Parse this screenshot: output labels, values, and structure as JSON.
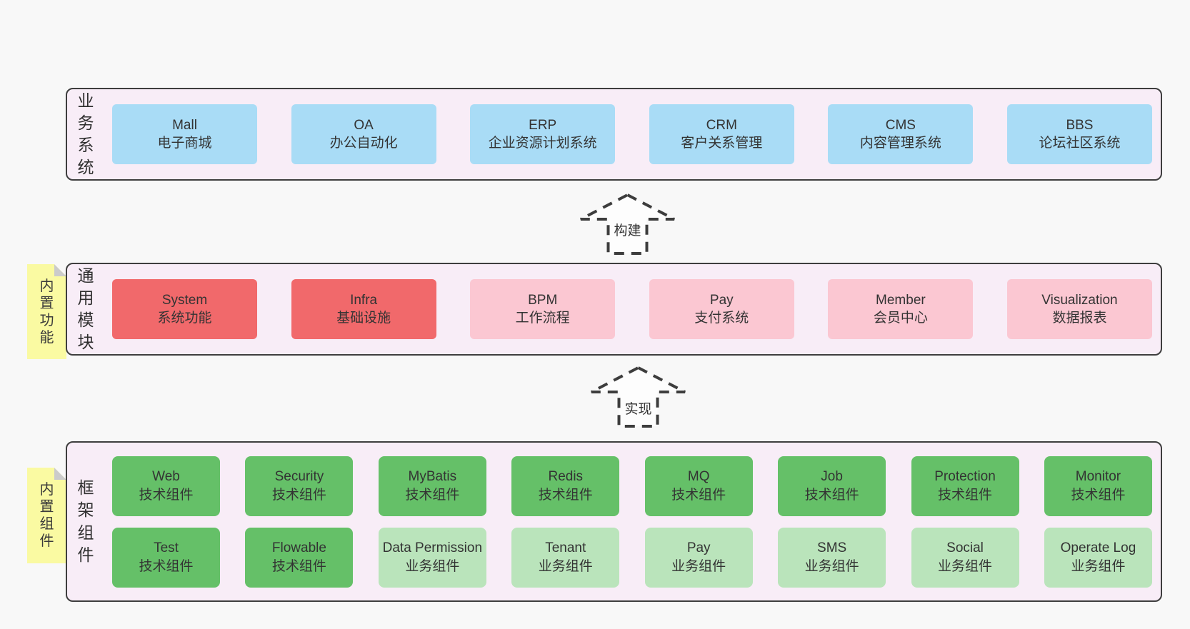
{
  "palette": {
    "bg": "#f8f8f8",
    "band-bg": "#f8edf7",
    "line": "#3e3e3e",
    "blue": "#a9dcf6",
    "red": "#f1696b",
    "pink": "#fbc7d2",
    "green-dark": "#65c068",
    "green-light": "#bae4bb",
    "note-bg": "#fafaa2",
    "note-fold": "#cbcbcb",
    "arrow-fill": "#fdfdfd",
    "text": "#333333"
  },
  "layers": {
    "business": {
      "label": "业务系统",
      "boxes": [
        {
          "name": "Mall",
          "desc": "电子商城"
        },
        {
          "name": "OA",
          "desc": "办公自动化"
        },
        {
          "name": "ERP",
          "desc": "企业资源计划系统"
        },
        {
          "name": "CRM",
          "desc": "客户关系管理"
        },
        {
          "name": "CMS",
          "desc": "内容管理系统"
        },
        {
          "name": "BBS",
          "desc": "论坛社区系统"
        }
      ]
    },
    "modules": {
      "label": "通用模块",
      "note": "内置功能",
      "boxes": [
        {
          "name": "System",
          "desc": "系统功能"
        },
        {
          "name": "Infra",
          "desc": "基础设施"
        },
        {
          "name": "BPM",
          "desc": "工作流程"
        },
        {
          "name": "Pay",
          "desc": "支付系统"
        },
        {
          "name": "Member",
          "desc": "会员中心"
        },
        {
          "name": "Visualization",
          "desc": "数据报表"
        }
      ]
    },
    "components": {
      "label": "框架组件",
      "note": "内置组件",
      "row1": [
        {
          "name": "Web",
          "desc": "技术组件"
        },
        {
          "name": "Security",
          "desc": "技术组件"
        },
        {
          "name": "MyBatis",
          "desc": "技术组件"
        },
        {
          "name": "Redis",
          "desc": "技术组件"
        },
        {
          "name": "MQ",
          "desc": "技术组件"
        },
        {
          "name": "Job",
          "desc": "技术组件"
        },
        {
          "name": "Protection",
          "desc": "技术组件"
        },
        {
          "name": "Monitor",
          "desc": "技术组件"
        }
      ],
      "row2": [
        {
          "name": "Test",
          "desc": "技术组件"
        },
        {
          "name": "Flowable",
          "desc": "技术组件"
        },
        {
          "name": "Data Permission",
          "desc": "业务组件"
        },
        {
          "name": "Tenant",
          "desc": "业务组件"
        },
        {
          "name": "Pay",
          "desc": "业务组件"
        },
        {
          "name": "SMS",
          "desc": "业务组件"
        },
        {
          "name": "Social",
          "desc": "业务组件"
        },
        {
          "name": "Operate Log",
          "desc": "业务组件"
        }
      ]
    }
  },
  "arrows": [
    {
      "label": "构建"
    },
    {
      "label": "实现"
    }
  ]
}
